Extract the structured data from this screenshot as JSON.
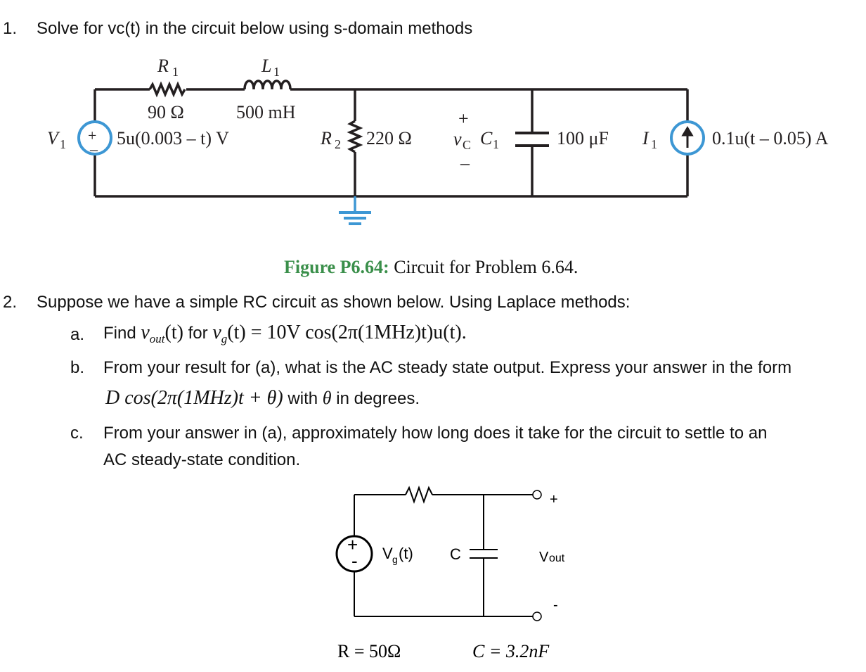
{
  "problem1": {
    "number": "1.",
    "text": "Solve for vc(t) in the circuit below using s-domain methods",
    "circuit": {
      "r1_label": "R",
      "r1_sub": "1",
      "r1_value": "90 Ω",
      "l1_label": "L",
      "l1_sub": "1",
      "l1_value": "500 mH",
      "v1_label": "V",
      "v1_sub": "1",
      "v1_value": "5u(0.003 – t) V",
      "r2_label": "R",
      "r2_sub": "2",
      "r2_value": "220 Ω",
      "vc_label": "v",
      "vc_sub": "C",
      "c1_label": "C",
      "c1_sub": "1",
      "c1_value": "100 μF",
      "i1_label": "I",
      "i1_sub": "1",
      "i1_value": "0.1u(t – 0.05) A",
      "plus": "+",
      "minus": "–"
    },
    "figure_label": "Figure P6.64:",
    "figure_caption": "Circuit for Problem 6.64."
  },
  "problem2": {
    "number": "2.",
    "text": "Suppose we have a simple RC circuit as shown below. Using Laplace methods:",
    "part_a": {
      "letter": "a.",
      "find": "Find",
      "for": "for",
      "v_out": "v",
      "out_sub": "out",
      "t": "(t)",
      "v_g": "v",
      "g_sub": "g",
      "expr": "(t) = 10V cos(2π(1MHz)t)u(t)."
    },
    "part_b": {
      "letter": "b.",
      "line1": "From your result for (a), what is the AC steady state output. Express your answer in the form",
      "formula": "D cos(2π(1MHz)t + θ)",
      "with": "with",
      "theta": "θ",
      "in_degrees": "in degrees."
    },
    "part_c": {
      "letter": "c.",
      "line1": "From your answer in (a), approximately how long does it take for the circuit to settle to an",
      "line2": "AC steady-state condition."
    },
    "circuit": {
      "plus": "+",
      "minus": "-",
      "vg": "V",
      "vg_sub": "g",
      "vg_tail": "(t)",
      "c_label": "C",
      "vout": "V",
      "vout_sub": "out",
      "r_value": "R = 50Ω",
      "c_value": "C = 3.2nF"
    }
  }
}
